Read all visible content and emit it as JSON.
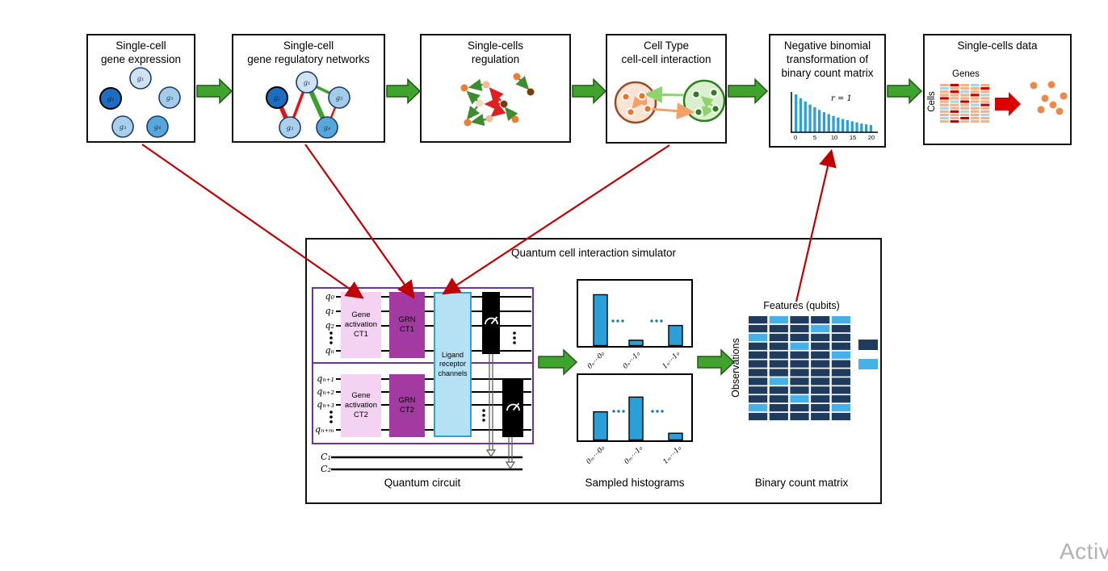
{
  "colors": {
    "arrow_green": "#3fa32d",
    "arrow_green_dark": "#1e5c12",
    "arrow_red": "#c00000",
    "block_arrow_red": "#dd0000",
    "hist_bar_blue": "#2d9fd8",
    "bit0_navy": "#1f3c5f",
    "bit1_blue": "#45b1e8",
    "gate_pink": "#f4d2f2",
    "gate_purple": "#a23aa2",
    "gate_blue": "#b6e0f4",
    "gate_blue_border": "#29a3dc",
    "circuit_purple": "#7030a0",
    "stripe_salmon": "#f5b183",
    "stripe_red": "#c00000",
    "stripe_blue": "#9dd7f0",
    "dot_orange": "#ed8947",
    "node_g1": "#cfe2f3",
    "node_g2": "#1b6ec2",
    "node_g3": "#aacfea",
    "node_g4": "#58a7da",
    "node_g5": "#a4cbe8"
  },
  "genes": {
    "g1": "g₁",
    "g2": "g₂",
    "g3": "g₃",
    "g4": "g₄",
    "g5": "g₅"
  },
  "flow": {
    "box1": {
      "title": "Single-cell\ngene expression"
    },
    "box2": {
      "title": "Single-cell\ngene regulatory networks"
    },
    "box3": {
      "title": "Single-cells\nregulation"
    },
    "box4": {
      "title": "Cell Type\ncell-cell interaction"
    },
    "box5": {
      "title": "Negative binomial\ntransformation of\nbinary count matrix",
      "annotation": "r = 1",
      "x_ticks": [
        "0",
        "5",
        "10",
        "15",
        "20"
      ],
      "bar_values": [
        1.0,
        0.9,
        0.81,
        0.73,
        0.66,
        0.59,
        0.53,
        0.48,
        0.43,
        0.39,
        0.35,
        0.32,
        0.29,
        0.26,
        0.23,
        0.21,
        0.19
      ]
    },
    "box6": {
      "title": "Single-cells data",
      "genes_label": "Genes",
      "cells_label": "Cells",
      "stripe_rows": [
        [
          "s",
          "r",
          "s",
          "b",
          "s"
        ],
        [
          "b",
          "s",
          "s",
          "s",
          "r"
        ],
        [
          "s",
          "r",
          "b",
          "s",
          "s"
        ],
        [
          "s",
          "s",
          "s",
          "r",
          "b"
        ],
        [
          "r",
          "s",
          "s",
          "s",
          "s"
        ],
        [
          "s",
          "b",
          "r",
          "s",
          "s"
        ],
        [
          "s",
          "s",
          "s",
          "b",
          "r"
        ],
        [
          "b",
          "s",
          "s",
          "s",
          "s"
        ],
        [
          "s",
          "r",
          "b",
          "s",
          "s"
        ],
        [
          "s",
          "s",
          "s",
          "s",
          "b"
        ],
        [
          "b",
          "s",
          "r",
          "s",
          "s"
        ],
        [
          "s",
          "r",
          "s",
          "s",
          "s"
        ]
      ]
    }
  },
  "simulator": {
    "title": "Quantum cell interaction simulator",
    "circuit": {
      "label": "Quantum circuit",
      "qubits_top": [
        "q₀",
        "q₁",
        "q₂",
        "qₙ"
      ],
      "qubits_bottom": [
        "qₙ₊₁",
        "qₙ₊₂",
        "qₙ₊₃",
        "qₙ₊ₘ"
      ],
      "classical_bits": [
        "C₁",
        "C₂"
      ],
      "gates": {
        "gene_activation_ct1": "Gene\nactivation\nCT1",
        "grn_ct1": "GRN\nCT1",
        "ligand_receptor": "Ligand\nreceptor\nchannels",
        "gene_activation_ct2": "Gene\nactivation\nCT2",
        "grn_ct2": "GRN\nCT2"
      }
    },
    "histograms": {
      "label": "Sampled histograms",
      "hist1": {
        "values": [
          0.76,
          0.08,
          0.3
        ],
        "labels": [
          "0ₙ⋯0₀",
          "0ₙ⋯1₀",
          "1ₙ⋯1₀"
        ]
      },
      "hist2": {
        "values": [
          0.42,
          0.64,
          0.1
        ],
        "labels": [
          "0ₘ⋯0₀",
          "0ₘ⋯1₀",
          "1ₘ⋯1₀"
        ]
      }
    },
    "binary_matrix": {
      "label": "Binary count matrix",
      "features_label": "Features (qubits)",
      "observations_label": "Observations",
      "legend": [
        {
          "value": "0"
        },
        {
          "value": "1"
        }
      ],
      "rows": [
        [
          0,
          1,
          0,
          0,
          1
        ],
        [
          0,
          0,
          0,
          1,
          0
        ],
        [
          1,
          0,
          0,
          0,
          0
        ],
        [
          0,
          0,
          1,
          0,
          0
        ],
        [
          0,
          0,
          0,
          0,
          1
        ],
        [
          0,
          0,
          0,
          0,
          0
        ],
        [
          0,
          0,
          0,
          0,
          0
        ],
        [
          0,
          1,
          0,
          0,
          0
        ],
        [
          0,
          0,
          0,
          0,
          0
        ],
        [
          0,
          0,
          1,
          0,
          0
        ],
        [
          1,
          0,
          0,
          0,
          1
        ],
        [
          0,
          0,
          0,
          0,
          0
        ]
      ]
    }
  },
  "watermark": "Activ"
}
